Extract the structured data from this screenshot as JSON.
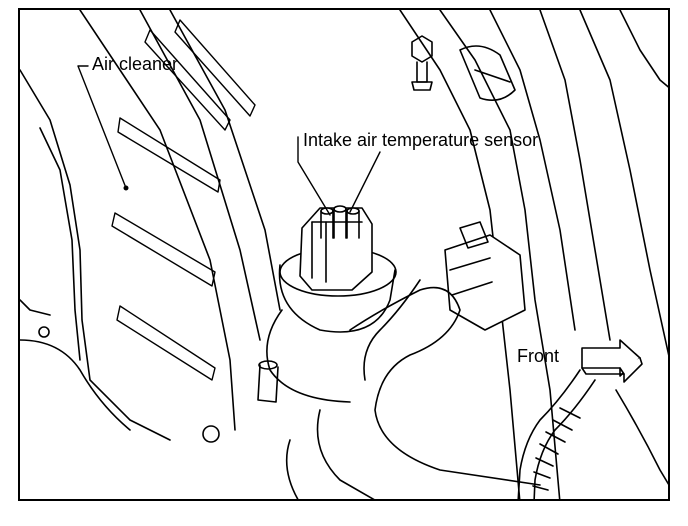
{
  "labels": {
    "air_cleaner": "Air cleaner",
    "intake_sensor": "Intake air temperature sensor",
    "front": "Front"
  },
  "colors": {
    "ink": "#000000",
    "paper": "#ffffff"
  }
}
